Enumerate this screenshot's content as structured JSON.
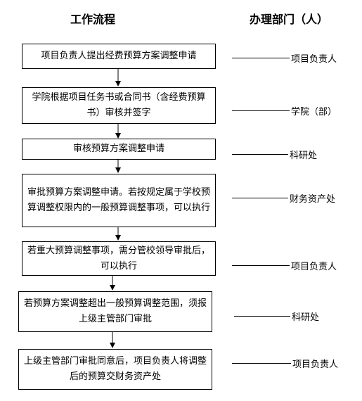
{
  "headers": {
    "workflow": "工作流程",
    "department": "办理部门（人）"
  },
  "steps": [
    {
      "text": "项目负责人提出经费预算方案调整申请",
      "dept": "项目负责人"
    },
    {
      "text": "学院根据项目任务书或合同书（含经费预算书）审核并签字",
      "dept": "学院（部）"
    },
    {
      "text": "审核预算方案调整申请",
      "dept": "科研处"
    },
    {
      "text": "审批预算方案调整申请。若按规定属于学校预算调整权限内的一般预算调整事项，可以执行",
      "dept": "财务资产处"
    },
    {
      "text": "若重大预算调整事项，需分管校领导审批后，可以执行",
      "dept": "项目负责人"
    },
    {
      "text": "若预算方案调整超出一般预算调整范围，须报上级主管部门审批",
      "dept": "科研处"
    },
    {
      "text": "上级主管部门审批同意后，项目负责人将调整后的预算交财务资产处",
      "dept": "项目负责人"
    }
  ]
}
